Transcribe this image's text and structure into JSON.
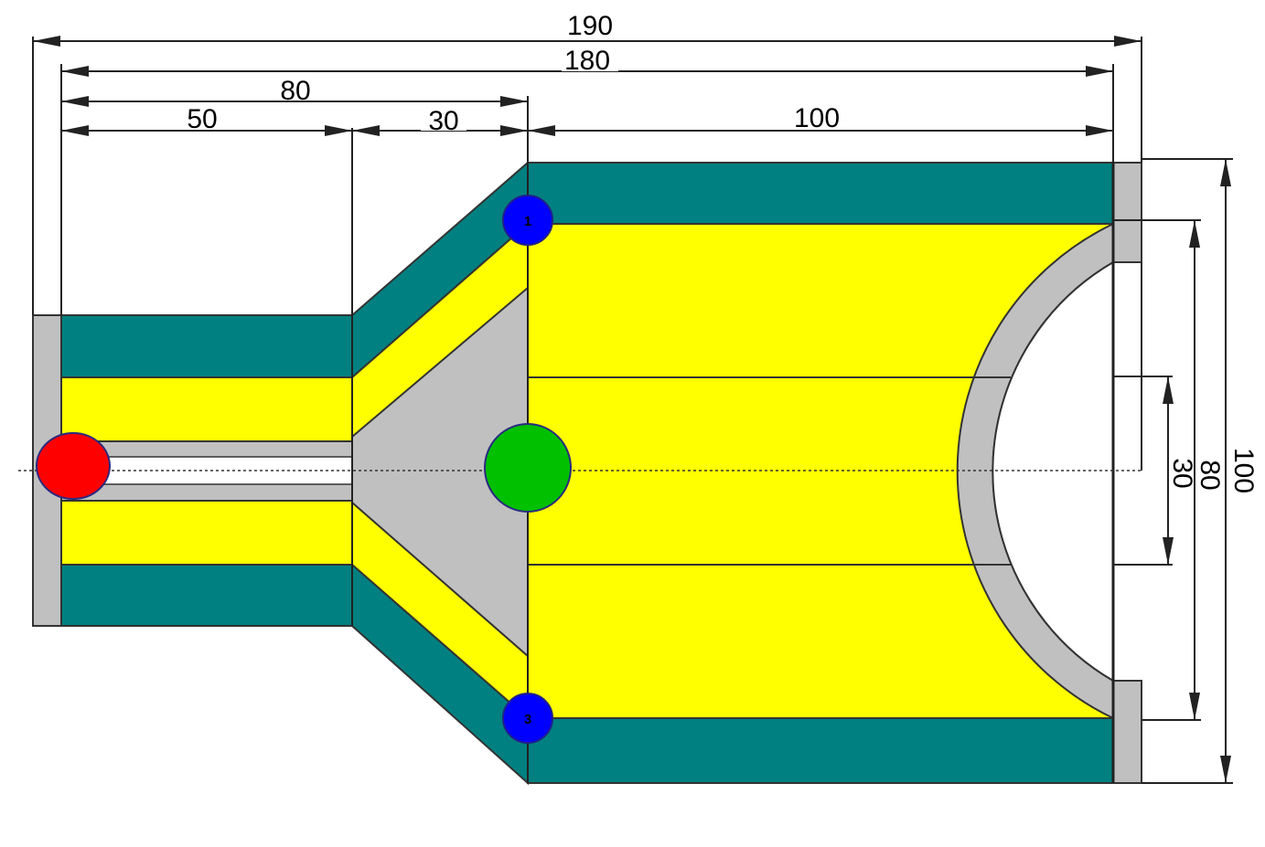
{
  "colors": {
    "shell": "#008080",
    "filling": "#ffff00",
    "insert": "#c0c0c0",
    "source_marker": "#ff0000",
    "center_marker": "#00c000",
    "point_marker": "#0000ff",
    "line": "#1a1a1a"
  },
  "dimensions": {
    "overall_190": "190",
    "overall_180": "180",
    "left_80": "80",
    "left_50": "50",
    "cone_30": "30",
    "right_100": "100",
    "height_100": "100",
    "height_80": "80",
    "height_30": "30"
  },
  "markers": {
    "source": {
      "color_name": "red",
      "label": ""
    },
    "center": {
      "color_name": "green",
      "label": ""
    },
    "point_top": {
      "color_name": "blue",
      "label": "1"
    },
    "point_bottom": {
      "color_name": "blue",
      "label": "3"
    }
  }
}
